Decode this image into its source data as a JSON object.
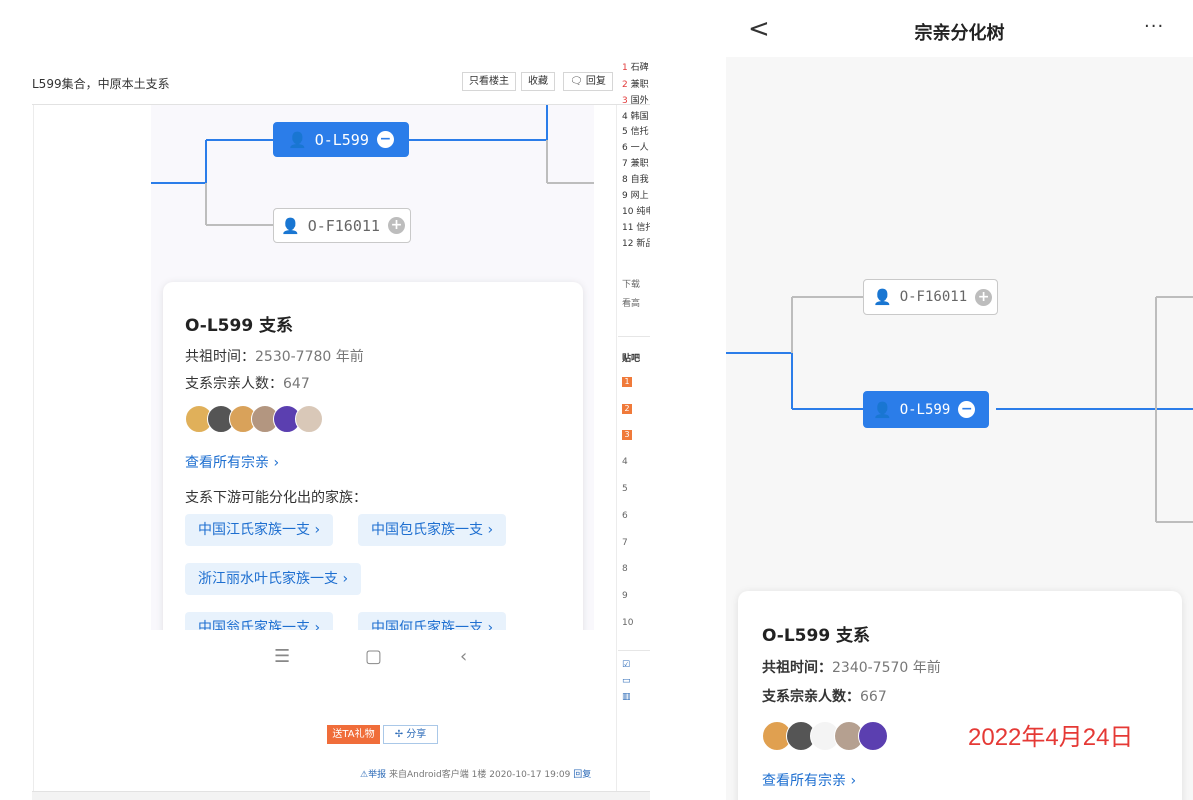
{
  "post": {
    "title": "L599集合，中原本土支系",
    "buttons": {
      "only_op": "只看楼主",
      "favorite": "收藏",
      "reply": "回复"
    },
    "gift_label": "送TA礼物",
    "share_label": "分享",
    "meta": {
      "report": "举报",
      "source": "来自Android客户端",
      "floor": "1楼",
      "time": "2020-10-17 19:09",
      "reply": "回复"
    }
  },
  "left_shot": {
    "nodes": {
      "active": "O-L599",
      "other": "O-F16011"
    },
    "card": {
      "title": "O-L599 支系",
      "ancestor_label": "共祖时间：",
      "ancestor_value": "2530-7780 年前",
      "count_label": "支系宗亲人数：",
      "count_value": "647",
      "view_all": "查看所有宗亲",
      "downstream_label": "支系下游可能分化出的家族：",
      "families": [
        "中国江氏家族一支",
        "中国包氏家族一支",
        "浙江丽水叶氏家族一支",
        "中国翁氏家族一支",
        "中国何氏家族一支"
      ]
    }
  },
  "sidebar_sliver": {
    "list": [
      {
        "n": "1",
        "t": "石碑"
      },
      {
        "n": "2",
        "t": "兼职"
      },
      {
        "n": "3",
        "t": "国外"
      },
      {
        "n": "4",
        "t": "韩国"
      },
      {
        "n": "5",
        "t": "信托"
      },
      {
        "n": "6",
        "t": "一人"
      },
      {
        "n": "7",
        "t": "兼职"
      },
      {
        "n": "8",
        "t": "自我"
      },
      {
        "n": "9",
        "t": "网上"
      },
      {
        "n": "10",
        "t": "纯电"
      },
      {
        "n": "11",
        "t": "信托"
      },
      {
        "n": "12",
        "t": "新品"
      }
    ],
    "download": "下载",
    "view": "看高",
    "section": "贴吧",
    "ranks": [
      "1",
      "2",
      "3",
      "4",
      "5",
      "6",
      "7",
      "8",
      "9",
      "10"
    ]
  },
  "app": {
    "title": "宗亲分化树",
    "nodes": {
      "other": "O-F16011",
      "active": "O-L599"
    },
    "card": {
      "title": "O-L599 支系",
      "ancestor_label": "共祖时间：",
      "ancestor_value": "2340-7570 年前",
      "count_label": "支系宗亲人数：",
      "count_value": "667",
      "view_all": "查看所有宗亲"
    },
    "date_stamp": "2022年4月24日"
  },
  "colors": {
    "accent": "#2b7de9",
    "link": "#1e6fd0",
    "gift": "#f06d3a",
    "stamp": "#e53935"
  },
  "icons": [
    "person-icon",
    "minus-circle-icon",
    "plus-circle-icon",
    "chevron-right-icon",
    "back-icon",
    "more-icon",
    "menu-icon",
    "home-icon",
    "back-nav-icon"
  ]
}
